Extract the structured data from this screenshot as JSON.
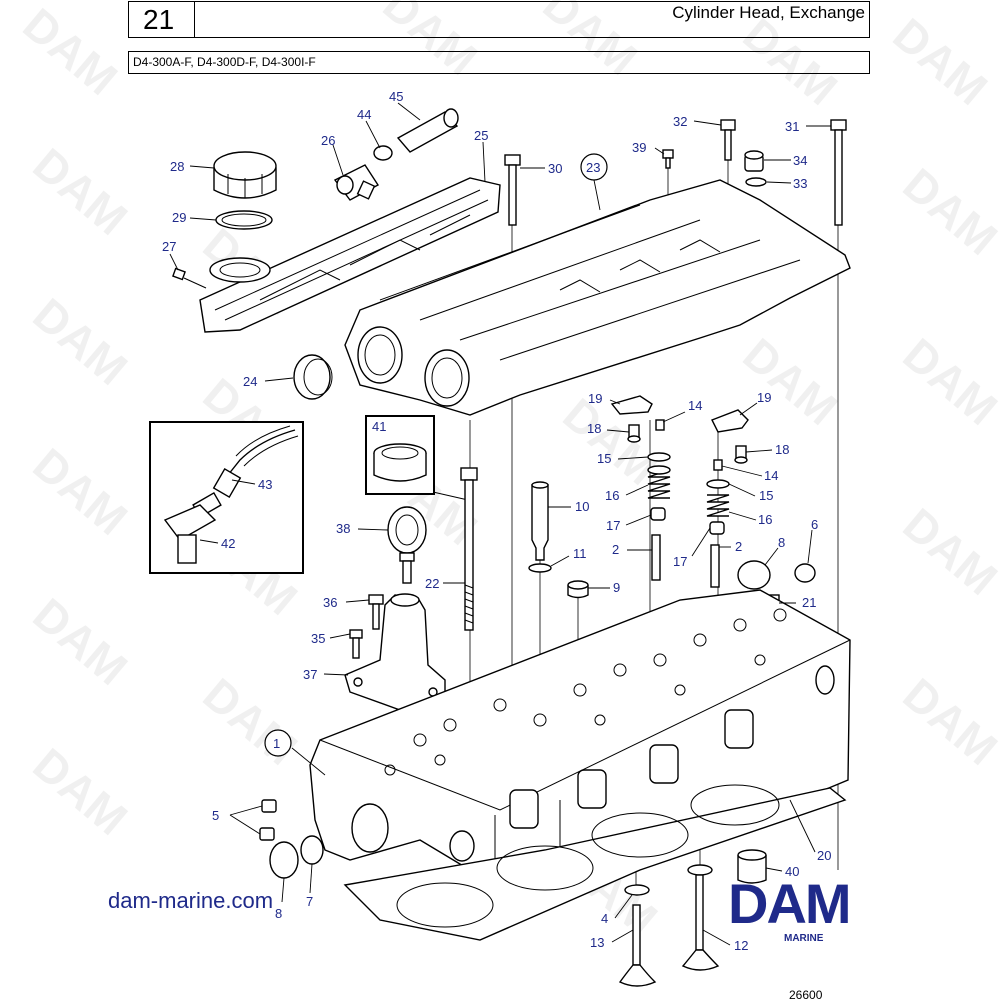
{
  "header": {
    "section_number": "21",
    "title": "Cylinder Head, Exchange",
    "models": "D4-300A-F, D4-300D-F, D4-300I-F"
  },
  "watermark": "DAM",
  "callouts": {
    "c1": "1",
    "c2a": "2",
    "c2b": "2",
    "c4": "4",
    "c5": "5",
    "c6": "6",
    "c7": "7",
    "c8a": "8",
    "c8b": "8",
    "c9": "9",
    "c10": "10",
    "c11": "11",
    "c12": "12",
    "c13": "13",
    "c14a": "14",
    "c14b": "14",
    "c15a": "15",
    "c15b": "15",
    "c16a": "16",
    "c16b": "16",
    "c17a": "17",
    "c17b": "17",
    "c18a": "18",
    "c18b": "18",
    "c19a": "19",
    "c19b": "19",
    "c20": "20",
    "c21": "21",
    "c22": "22",
    "c23": "23",
    "c24": "24",
    "c25": "25",
    "c26": "26",
    "c27": "27",
    "c28": "28",
    "c29": "29",
    "c30": "30",
    "c31": "31",
    "c32": "32",
    "c33": "33",
    "c34": "34",
    "c35": "35",
    "c36": "36",
    "c37": "37",
    "c38": "38",
    "c39": "39",
    "c40": "40",
    "c41": "41",
    "c42": "42",
    "c43": "43",
    "c44": "44",
    "c45": "45"
  },
  "footer": {
    "site_url": "dam-marine.com",
    "brand": "DAM",
    "brand_sub": "MARINE",
    "drawing_number": "26600"
  },
  "colors": {
    "callout": "#1f2a8a",
    "line": "#000000"
  }
}
